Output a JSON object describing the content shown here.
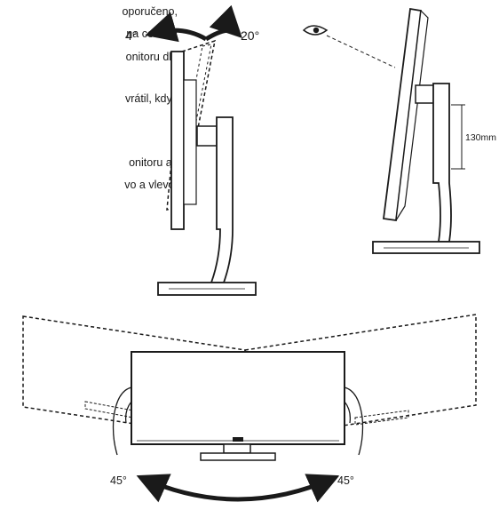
{
  "text": {
    "lines": [
      "oporučeno,",
      "na celému",
      "onitoru dle",
      "vrátil, když",
      "onitoru až",
      "vo a vlevo,"
    ]
  },
  "tilt": {
    "back_label": "4°",
    "forward_label": "20°"
  },
  "height": {
    "label": "130mm"
  },
  "swivel": {
    "left_label": "45°",
    "right_label": "45°"
  }
}
